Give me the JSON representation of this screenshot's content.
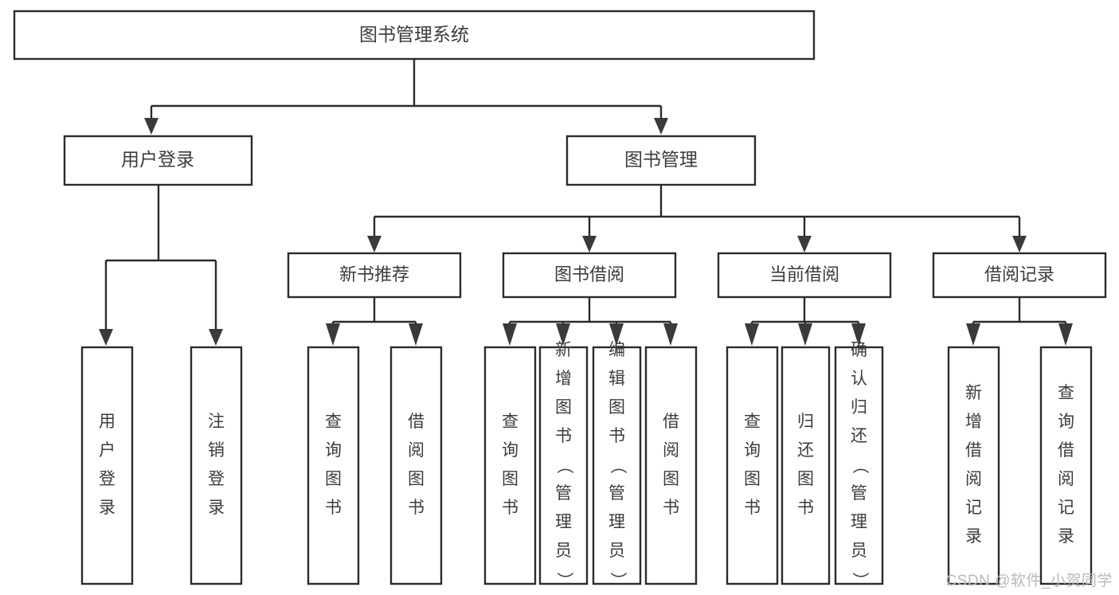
{
  "diagram": {
    "type": "tree-hierarchy-chart",
    "title": "图书管理系统",
    "watermark": "CSDN @软件_小贺同学",
    "colors": {
      "box_stroke": "#2b2b2b",
      "box_fill": "#ffffff",
      "connector": "#2b2b2b",
      "text": "#3c3c3c",
      "watermark": "#b9b9b9",
      "background": "#ffffff"
    },
    "levels": {
      "root": {
        "label": "图书管理系统",
        "orientation": "horizontal"
      },
      "level2": [
        {
          "label": "用户登录",
          "orientation": "horizontal"
        },
        {
          "label": "图书管理",
          "orientation": "horizontal"
        }
      ],
      "level3": [
        {
          "label": "新书推荐",
          "orientation": "horizontal",
          "parent": "图书管理"
        },
        {
          "label": "图书借阅",
          "orientation": "horizontal",
          "parent": "图书管理"
        },
        {
          "label": "当前借阅",
          "orientation": "horizontal",
          "parent": "图书管理"
        },
        {
          "label": "借阅记录",
          "orientation": "horizontal",
          "parent": "图书管理"
        }
      ],
      "leaves": [
        {
          "label": "用户登录",
          "orientation": "vertical",
          "parent": "用户登录"
        },
        {
          "label": "注销登录",
          "orientation": "vertical",
          "parent": "用户登录"
        },
        {
          "label": "查询图书",
          "orientation": "vertical",
          "parent": "新书推荐"
        },
        {
          "label": "借阅图书",
          "orientation": "vertical",
          "parent": "新书推荐"
        },
        {
          "label": "查询图书",
          "orientation": "vertical",
          "parent": "图书借阅"
        },
        {
          "label": "新增图书（管理员）",
          "orientation": "vertical",
          "parent": "图书借阅"
        },
        {
          "label": "编辑图书（管理员）",
          "orientation": "vertical",
          "parent": "图书借阅"
        },
        {
          "label": "借阅图书",
          "orientation": "vertical",
          "parent": "图书借阅"
        },
        {
          "label": "查询图书",
          "orientation": "vertical",
          "parent": "当前借阅"
        },
        {
          "label": "归还图书",
          "orientation": "vertical",
          "parent": "当前借阅"
        },
        {
          "label": "确认归还（管理员）",
          "orientation": "vertical",
          "parent": "当前借阅"
        },
        {
          "label": "新增借阅记录",
          "orientation": "vertical",
          "parent": "借阅记录"
        },
        {
          "label": "查询借阅记录",
          "orientation": "vertical",
          "parent": "借阅记录"
        }
      ]
    }
  }
}
